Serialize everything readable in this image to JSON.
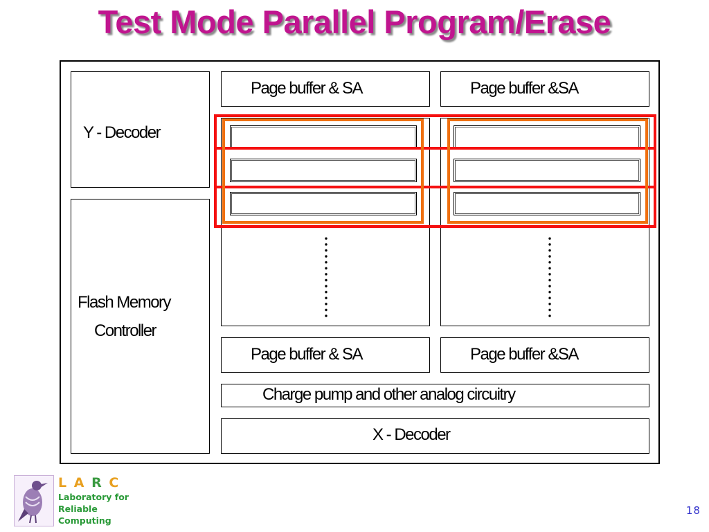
{
  "slide": {
    "title": "Test Mode Parallel Program/Erase",
    "page_number": "18"
  },
  "diagram": {
    "y_decoder": "Y - Decoder",
    "controller_line1": "Flash Memory",
    "controller_line2": "Controller",
    "page_buffer_top_left": "Page buffer & SA",
    "page_buffer_top_right": "Page buffer &SA",
    "page_buffer_bottom_left": "Page buffer & SA",
    "page_buffer_bottom_right": "Page buffer &SA",
    "charge_pump": "Charge pump and other analog circuitry",
    "x_decoder": "X - Decoder",
    "highlight_colors": {
      "rows": "#f51010",
      "columns": "#f07010"
    }
  },
  "logo": {
    "letters": [
      "L",
      "A",
      "R",
      "C"
    ],
    "letter_colors": [
      "#e8a020",
      "#e8a020",
      "#3a9a40",
      "#e8a020"
    ],
    "line1": "Laboratory for",
    "line2": "Reliable",
    "line3": "Computing"
  }
}
